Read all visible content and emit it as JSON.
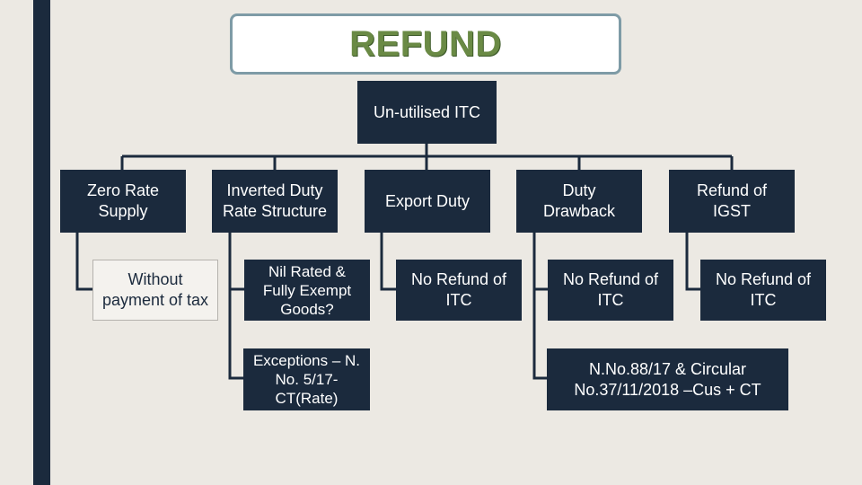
{
  "title": "REFUND",
  "root": "Un-utilised ITC",
  "categories": [
    {
      "id": "zero-rate-supply",
      "label": "Zero Rate Supply"
    },
    {
      "id": "inverted-duty",
      "label": "Inverted Duty Rate Structure"
    },
    {
      "id": "export-duty",
      "label": "Export Duty"
    },
    {
      "id": "duty-drawback",
      "label": "Duty Drawback"
    },
    {
      "id": "refund-igst",
      "label": "Refund of IGST"
    }
  ],
  "outcomes": {
    "without_payment": "Without payment of tax",
    "nil_rated": "Nil Rated & Fully Exempt Goods?",
    "exceptions": "Exceptions – N. No. 5/17-CT(Rate)",
    "no_refund_export": "No Refund of ITC",
    "no_refund_drawback": "No Refund of ITC",
    "no_refund_igst": "No Refund of ITC",
    "circular": "N.No.88/17 & Circular No.37/11/2018 –Cus + CT"
  },
  "colors": {
    "background": "#ece9e3",
    "node_dark": "#1b2a3d",
    "title_text": "#6a8a45",
    "title_border": "#7e9ba6",
    "connector": "#1b2a3d"
  }
}
